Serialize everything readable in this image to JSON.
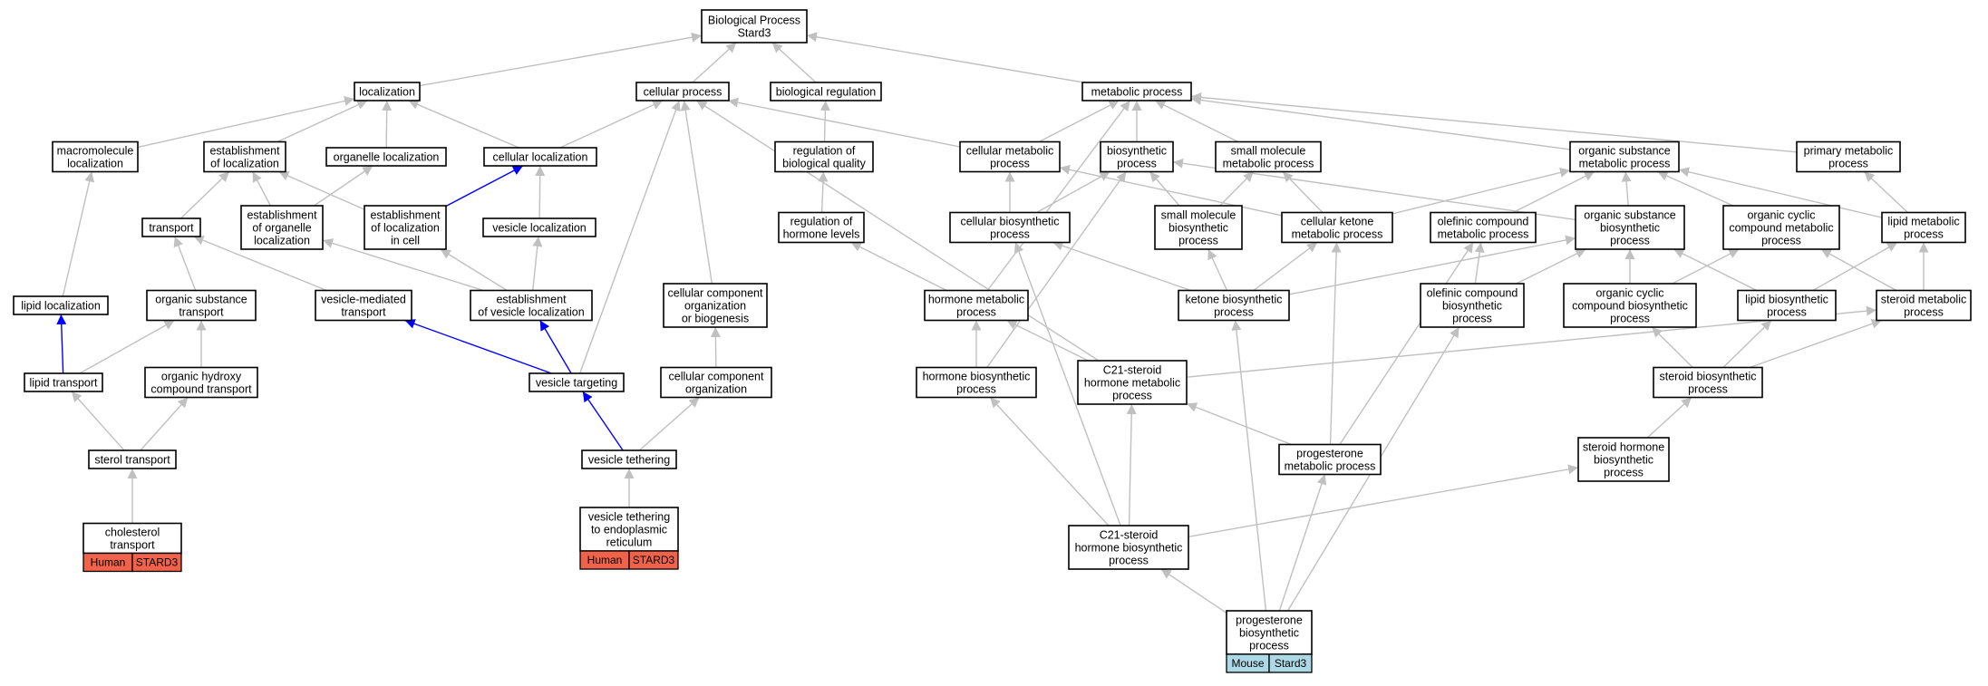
{
  "colors": {
    "edge_default": "#c0c0c0",
    "edge_highlight": "#0000ff",
    "node_fill": "#ffffff",
    "node_stroke": "#000000",
    "tag_human": "#f0624a",
    "tag_mouse": "#add8e6"
  },
  "nodes": [
    {
      "id": "bp",
      "lines": [
        "Biological Process",
        "Stard3"
      ]
    },
    {
      "id": "loc",
      "lines": [
        "localization"
      ]
    },
    {
      "id": "cp",
      "lines": [
        "cellular process"
      ]
    },
    {
      "id": "br",
      "lines": [
        "biological regulation"
      ]
    },
    {
      "id": "mp",
      "lines": [
        "metabolic process"
      ]
    },
    {
      "id": "macloc",
      "lines": [
        "macromolecule",
        "localization"
      ]
    },
    {
      "id": "estloc",
      "lines": [
        "establishment",
        "of localization"
      ]
    },
    {
      "id": "orgloc",
      "lines": [
        "organelle localization"
      ]
    },
    {
      "id": "cellloc",
      "lines": [
        "cellular localization"
      ]
    },
    {
      "id": "regbq",
      "lines": [
        "regulation of",
        "biological quality"
      ]
    },
    {
      "id": "cmp",
      "lines": [
        "cellular metabolic",
        "process"
      ]
    },
    {
      "id": "bsp",
      "lines": [
        "biosynthetic",
        "process"
      ]
    },
    {
      "id": "smmp",
      "lines": [
        "small molecule",
        "metabolic process"
      ]
    },
    {
      "id": "osmp",
      "lines": [
        "organic substance",
        "metabolic process"
      ]
    },
    {
      "id": "pmp",
      "lines": [
        "primary metabolic",
        "process"
      ]
    },
    {
      "id": "transport",
      "lines": [
        "transport"
      ]
    },
    {
      "id": "estorgloc",
      "lines": [
        "establishment",
        "of organelle",
        "localization"
      ]
    },
    {
      "id": "estlocincell",
      "lines": [
        "establishment",
        "of localization",
        "in cell"
      ]
    },
    {
      "id": "vesloc",
      "lines": [
        "vesicle localization"
      ]
    },
    {
      "id": "reghl",
      "lines": [
        "regulation of",
        "hormone levels"
      ]
    },
    {
      "id": "cbp",
      "lines": [
        "cellular biosynthetic",
        "process"
      ]
    },
    {
      "id": "smbp",
      "lines": [
        "small molecule",
        "biosynthetic",
        "process"
      ]
    },
    {
      "id": "ckmp",
      "lines": [
        "cellular ketone",
        "metabolic process"
      ]
    },
    {
      "id": "ocmp",
      "lines": [
        "olefinic compound",
        "metabolic process"
      ]
    },
    {
      "id": "osbp",
      "lines": [
        "organic substance",
        "biosynthetic",
        "process"
      ]
    },
    {
      "id": "occmp",
      "lines": [
        "organic cyclic",
        "compound metabolic",
        "process"
      ]
    },
    {
      "id": "lmp",
      "lines": [
        "lipid metabolic",
        "process"
      ]
    },
    {
      "id": "lipidloc",
      "lines": [
        "lipid localization"
      ]
    },
    {
      "id": "ost",
      "lines": [
        "organic substance",
        "transport"
      ]
    },
    {
      "id": "vmt",
      "lines": [
        "vesicle-mediated",
        "transport"
      ]
    },
    {
      "id": "estvesloc",
      "lines": [
        "establishment",
        "of vesicle localization"
      ]
    },
    {
      "id": "ccob",
      "lines": [
        "cellular component",
        "organization",
        "or biogenesis"
      ]
    },
    {
      "id": "hmp",
      "lines": [
        "hormone metabolic",
        "process"
      ]
    },
    {
      "id": "kbp",
      "lines": [
        "ketone biosynthetic",
        "process"
      ]
    },
    {
      "id": "ocbp",
      "lines": [
        "olefinic compound",
        "biosynthetic",
        "process"
      ]
    },
    {
      "id": "occbp",
      "lines": [
        "organic cyclic",
        "compound biosynthetic",
        "process"
      ]
    },
    {
      "id": "lbp",
      "lines": [
        "lipid biosynthetic",
        "process"
      ]
    },
    {
      "id": "stmp",
      "lines": [
        "steroid metabolic",
        "process"
      ]
    },
    {
      "id": "lipidtransport",
      "lines": [
        "lipid transport"
      ]
    },
    {
      "id": "oht",
      "lines": [
        "organic hydroxy",
        "compound transport"
      ]
    },
    {
      "id": "vt",
      "lines": [
        "vesicle targeting"
      ]
    },
    {
      "id": "cco",
      "lines": [
        "cellular component",
        "organization"
      ]
    },
    {
      "id": "hbp",
      "lines": [
        "hormone biosynthetic",
        "process"
      ]
    },
    {
      "id": "c21mp",
      "lines": [
        "C21-steroid",
        "hormone metabolic",
        "process"
      ]
    },
    {
      "id": "stbp",
      "lines": [
        "steroid biosynthetic",
        "process"
      ]
    },
    {
      "id": "sterolt",
      "lines": [
        "sterol transport"
      ]
    },
    {
      "id": "vteth",
      "lines": [
        "vesicle tethering"
      ]
    },
    {
      "id": "progmp",
      "lines": [
        "progesterone",
        "metabolic process"
      ]
    },
    {
      "id": "shbp",
      "lines": [
        "steroid hormone",
        "biosynthetic",
        "process"
      ]
    },
    {
      "id": "chol",
      "lines": [
        "cholesterol",
        "transport"
      ],
      "tag": [
        "Human",
        "STARD3"
      ]
    },
    {
      "id": "vter",
      "lines": [
        "vesicle tethering",
        "to endoplasmic",
        "reticulum"
      ],
      "tag": [
        "Human",
        "STARD3"
      ]
    },
    {
      "id": "c21bp",
      "lines": [
        "C21-steroid",
        "hormone biosynthetic",
        "process"
      ]
    },
    {
      "id": "progbp",
      "lines": [
        "progesterone",
        "biosynthetic",
        "process"
      ],
      "tag": [
        "Mouse",
        "Stard3"
      ]
    }
  ],
  "edges": [
    [
      "loc",
      "bp"
    ],
    [
      "cp",
      "bp"
    ],
    [
      "br",
      "bp"
    ],
    [
      "mp",
      "bp"
    ],
    [
      "macloc",
      "loc"
    ],
    [
      "estloc",
      "loc"
    ],
    [
      "orgloc",
      "loc"
    ],
    [
      "cellloc",
      "loc"
    ],
    [
      "cellloc",
      "cp"
    ],
    [
      "regbq",
      "br"
    ],
    [
      "cmp",
      "mp"
    ],
    [
      "cmp",
      "cp"
    ],
    [
      "bsp",
      "mp"
    ],
    [
      "smmp",
      "mp"
    ],
    [
      "osmp",
      "mp"
    ],
    [
      "pmp",
      "mp"
    ],
    [
      "transport",
      "estloc"
    ],
    [
      "estorgloc",
      "estloc"
    ],
    [
      "estorgloc",
      "orgloc"
    ],
    [
      "estlocincell",
      "estloc"
    ],
    [
      "estlocincell",
      "cellloc",
      "blue"
    ],
    [
      "vesloc",
      "cellloc"
    ],
    [
      "reghl",
      "regbq"
    ],
    [
      "cbp",
      "cmp"
    ],
    [
      "cbp",
      "bsp"
    ],
    [
      "smbp",
      "smmp"
    ],
    [
      "smbp",
      "bsp"
    ],
    [
      "ckmp",
      "cmp"
    ],
    [
      "ckmp",
      "osmp"
    ],
    [
      "ckmp",
      "smmp"
    ],
    [
      "ocmp",
      "osmp"
    ],
    [
      "osbp",
      "osmp"
    ],
    [
      "osbp",
      "bsp"
    ],
    [
      "occmp",
      "osmp"
    ],
    [
      "lmp",
      "osmp"
    ],
    [
      "lmp",
      "pmp"
    ],
    [
      "lipidloc",
      "macloc"
    ],
    [
      "lipidtransport",
      "lipidloc",
      "blue"
    ],
    [
      "ost",
      "transport"
    ],
    [
      "vmt",
      "transport"
    ],
    [
      "estvesloc",
      "estorgloc"
    ],
    [
      "estvesloc",
      "estlocincell"
    ],
    [
      "estvesloc",
      "vesloc"
    ],
    [
      "ccob",
      "cp"
    ],
    [
      "hmp",
      "mp"
    ],
    [
      "hmp",
      "reghl"
    ],
    [
      "kbp",
      "cbp"
    ],
    [
      "kbp",
      "smbp"
    ],
    [
      "kbp",
      "ckmp"
    ],
    [
      "kbp",
      "osbp"
    ],
    [
      "ocbp",
      "ocmp"
    ],
    [
      "ocbp",
      "osbp"
    ],
    [
      "occbp",
      "osbp"
    ],
    [
      "occbp",
      "occmp"
    ],
    [
      "lbp",
      "osbp"
    ],
    [
      "lbp",
      "lmp"
    ],
    [
      "stmp",
      "lmp"
    ],
    [
      "stmp",
      "occmp"
    ],
    [
      "lipidtransport",
      "ost"
    ],
    [
      "oht",
      "ost"
    ],
    [
      "vt",
      "vmt",
      "blue"
    ],
    [
      "vt",
      "estvesloc",
      "blue"
    ],
    [
      "vt",
      "cp"
    ],
    [
      "cco",
      "ccob"
    ],
    [
      "hbp",
      "hmp"
    ],
    [
      "hbp",
      "bsp"
    ],
    [
      "c21mp",
      "hmp"
    ],
    [
      "c21mp",
      "stmp"
    ],
    [
      "c21mp",
      "cp"
    ],
    [
      "stbp",
      "stmp"
    ],
    [
      "stbp",
      "lbp"
    ],
    [
      "stbp",
      "occbp"
    ],
    [
      "sterolt",
      "lipidtransport"
    ],
    [
      "sterolt",
      "oht"
    ],
    [
      "vteth",
      "vt",
      "blue"
    ],
    [
      "vteth",
      "cco"
    ],
    [
      "progmp",
      "c21mp"
    ],
    [
      "progmp",
      "ckmp"
    ],
    [
      "progmp",
      "ocmp"
    ],
    [
      "shbp",
      "stbp"
    ],
    [
      "chol",
      "sterolt"
    ],
    [
      "vter",
      "vteth"
    ],
    [
      "c21bp",
      "hbp"
    ],
    [
      "c21bp",
      "c21mp"
    ],
    [
      "c21bp",
      "shbp"
    ],
    [
      "c21bp",
      "cbp"
    ],
    [
      "progbp",
      "c21bp"
    ],
    [
      "progbp",
      "progmp"
    ],
    [
      "progbp",
      "kbp"
    ],
    [
      "progbp",
      "ocbp"
    ]
  ]
}
